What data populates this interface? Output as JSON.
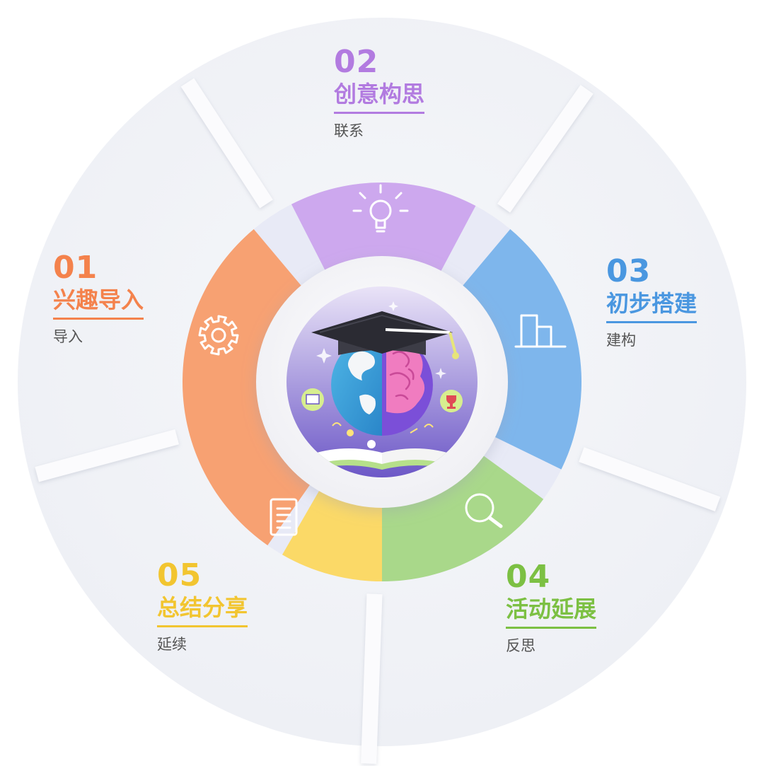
{
  "steps": [
    {
      "number": "01",
      "title": "兴趣导入",
      "subtitle": "导入",
      "color": "#F4824C",
      "fill": "#F7A172",
      "icon": "gear-icon"
    },
    {
      "number": "02",
      "title": "创意构思",
      "subtitle": "联系",
      "color": "#B27BE0",
      "fill": "#CDA8EE",
      "icon": "lightbulb-icon"
    },
    {
      "number": "03",
      "title": "初步搭建",
      "subtitle": "建构",
      "color": "#4A97E0",
      "fill": "#7EB6EC",
      "icon": "building-icon"
    },
    {
      "number": "04",
      "title": "活动延展",
      "subtitle": "反思",
      "color": "#7CC043",
      "fill": "#A9D88A",
      "icon": "magnifier-icon"
    },
    {
      "number": "05",
      "title": "总结分享",
      "subtitle": "延续",
      "color": "#F2C530",
      "fill": "#FBD967",
      "icon": "document-icon"
    }
  ]
}
